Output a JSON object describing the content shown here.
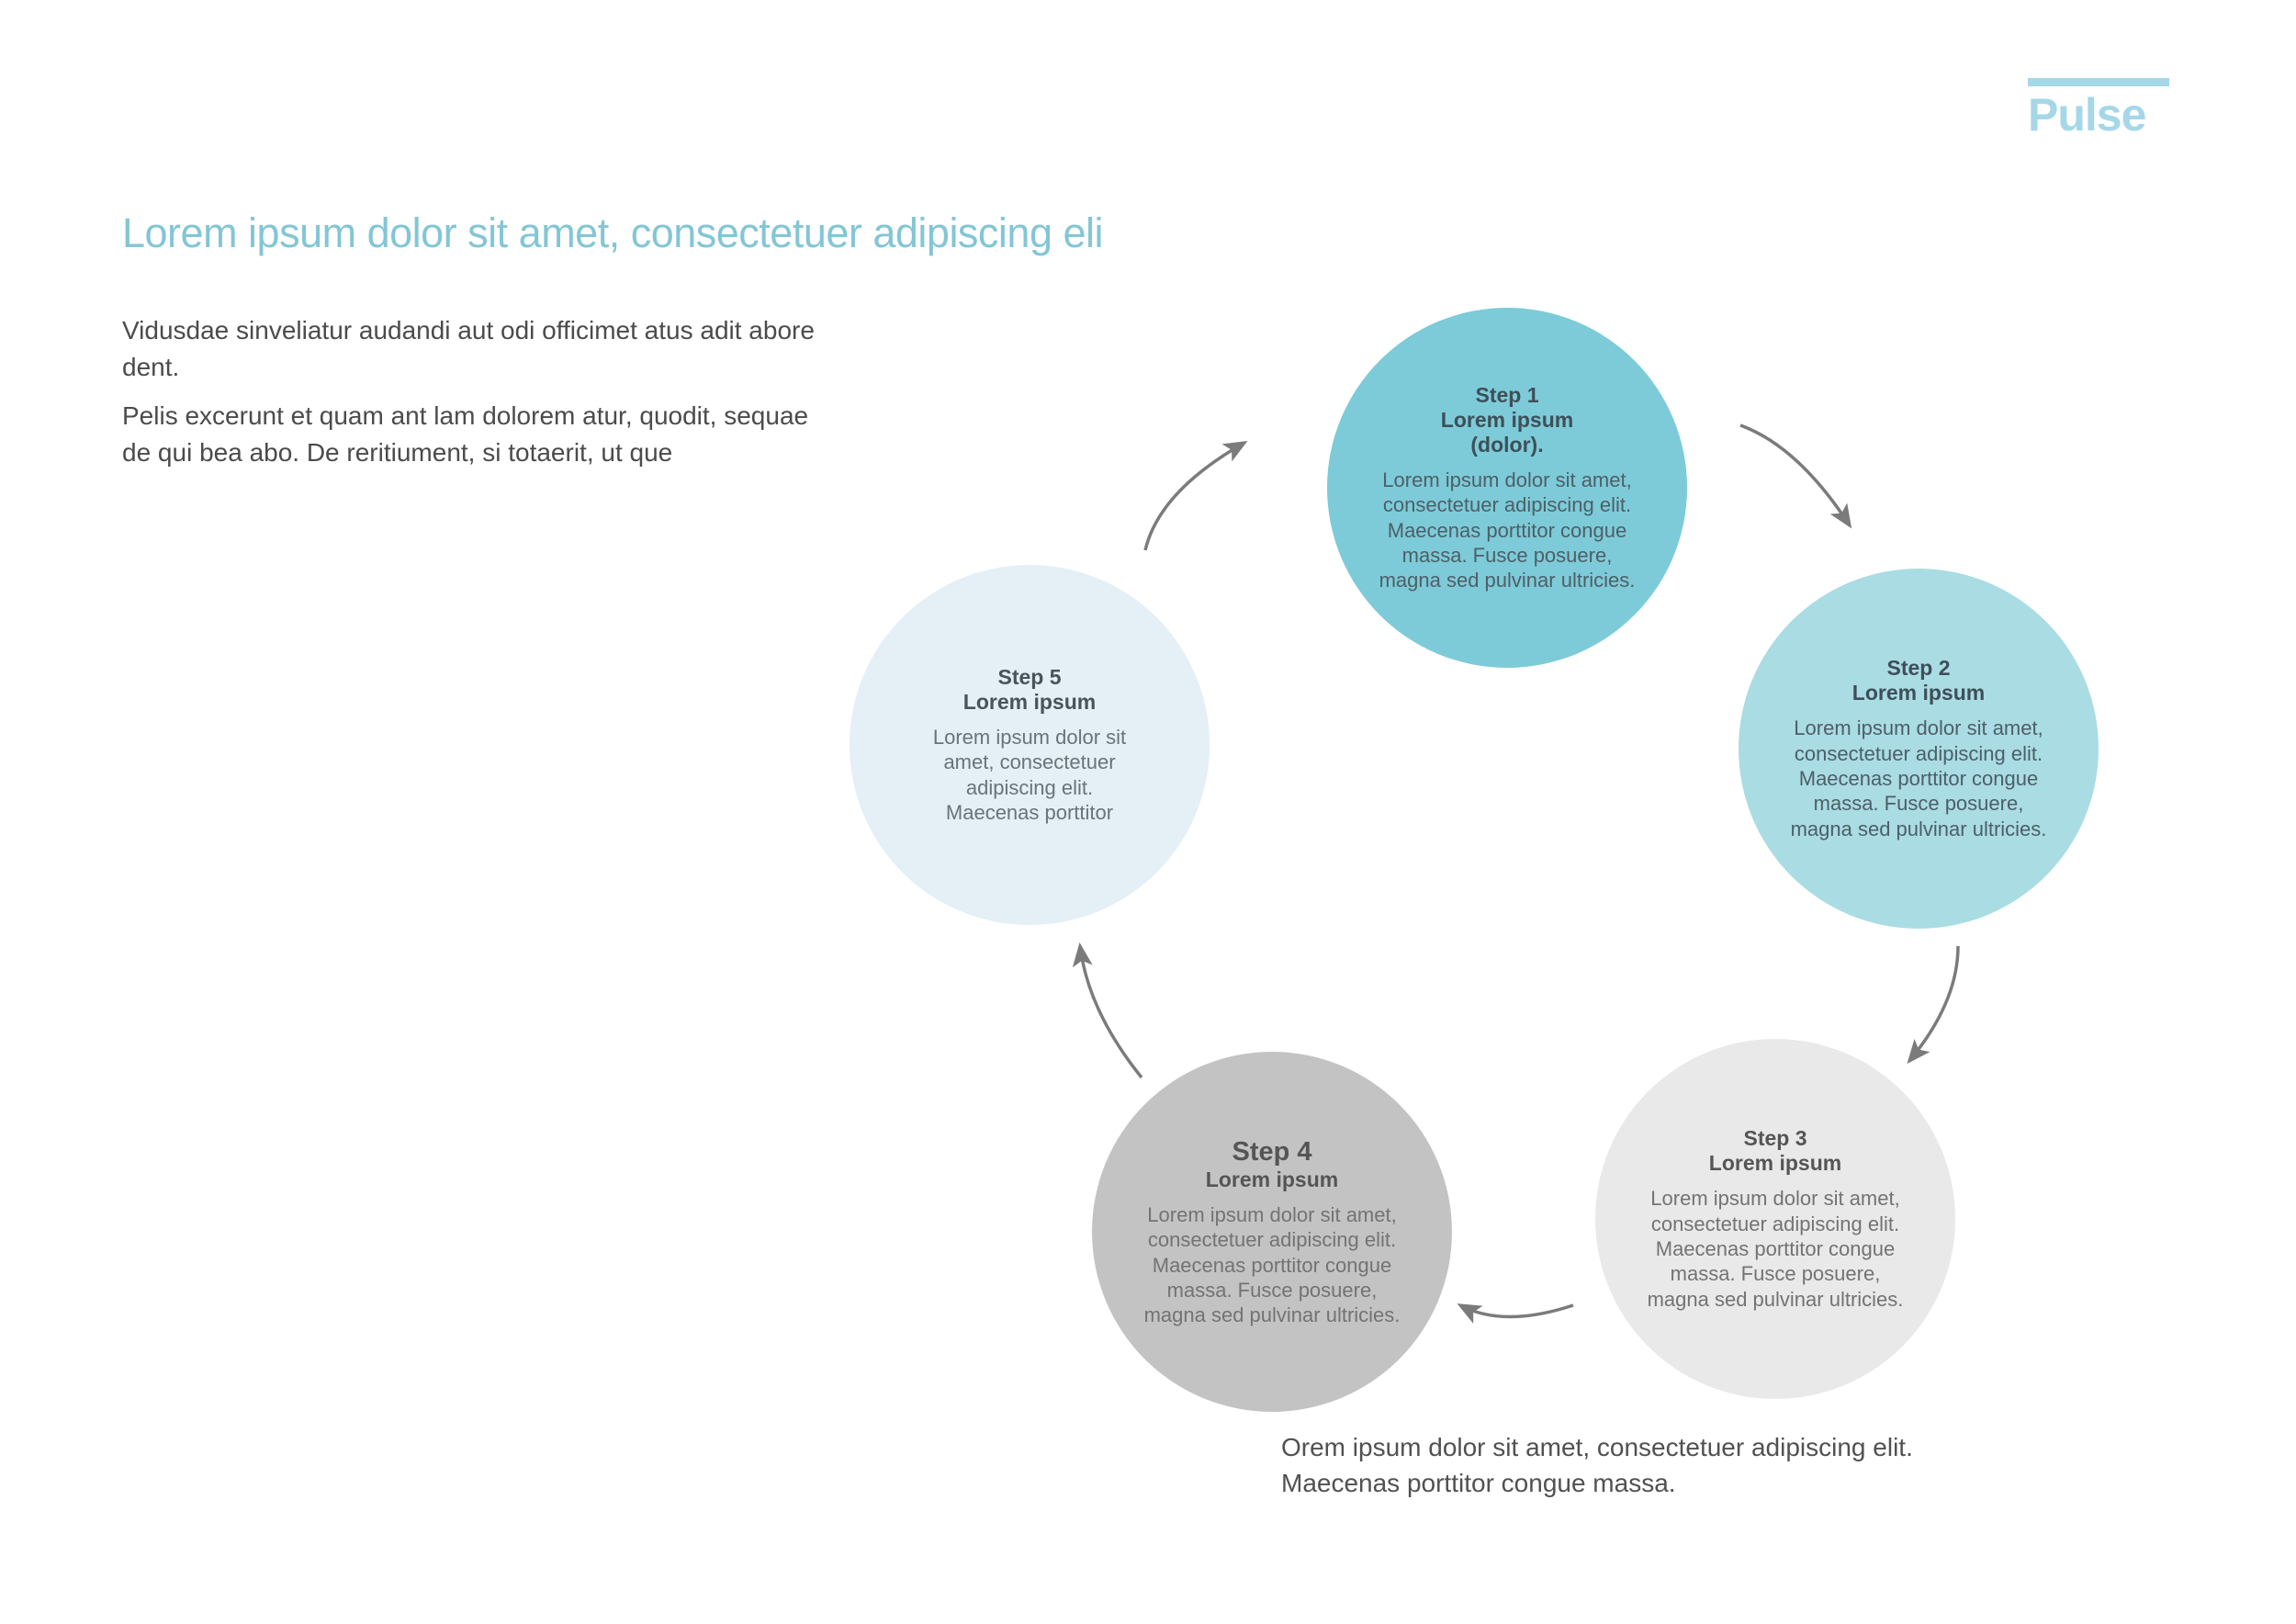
{
  "brand": {
    "name": "Pulse",
    "color": "#a5d7e9"
  },
  "header": {
    "title": "Lorem ipsum dolor sit amet, consectetuer adipiscing eli",
    "title_color": "#83c6d5"
  },
  "intro": {
    "paragraph1": "Vidusdae sinveliatur audandi aut odi officimet atus adit abore dent.",
    "paragraph2": "Pelis excerunt et quam ant lam dolorem atur, quodit, sequae de qui bea abo. De reritiument, si totaerit, ut que"
  },
  "caption": "Orem ipsum dolor sit amet, consectetuer adipiscing elit.\nMaecenas porttitor congue massa.",
  "cycle": {
    "arrow_color": "#7b7b7b",
    "steps": [
      {
        "step_label": "Step 1",
        "title": "Lorem ipsum",
        "subtitle": "(dolor).",
        "body": "Lorem ipsum dolor sit amet,\nconsectetuer adipiscing elit.\nMaecenas porttitor congue\nmassa. Fusce posuere,\nmagna sed pulvinar ultricies.",
        "circle_color": "#7dcbd8"
      },
      {
        "step_label": "Step 2",
        "title": "Lorem ipsum",
        "subtitle": "",
        "body": "Lorem ipsum dolor sit amet,\nconsectetuer adipiscing elit.\nMaecenas porttitor congue\nmassa. Fusce posuere,\nmagna sed pulvinar ultricies.",
        "circle_color": "#aadce3"
      },
      {
        "step_label": "Step 3",
        "title": "Lorem ipsum",
        "subtitle": "",
        "body": "Lorem ipsum dolor sit amet,\nconsectetuer adipiscing elit.\nMaecenas porttitor congue\nmassa. Fusce posuere,\nmagna sed pulvinar ultricies.",
        "circle_color": "#e9e9e9"
      },
      {
        "step_label": "Step 4",
        "title": "Lorem ipsum",
        "subtitle": "",
        "body": "Lorem ipsum dolor sit amet,\nconsectetuer adipiscing elit.\nMaecenas porttitor congue\nmassa. Fusce posuere,\nmagna sed pulvinar ultricies.",
        "circle_color": "#c3c3c3"
      },
      {
        "step_label": "Step 5",
        "title": "Lorem ipsum",
        "subtitle": "",
        "body": "Lorem ipsum dolor sit\namet, consectetuer\nadipiscing elit.\nMaecenas porttitor",
        "circle_color": "#e4eff6"
      }
    ],
    "arrows": [
      {
        "from": "step-5",
        "to": "step-1"
      },
      {
        "from": "step-1",
        "to": "step-2"
      },
      {
        "from": "step-2",
        "to": "step-3"
      },
      {
        "from": "step-3",
        "to": "step-4"
      },
      {
        "from": "step-4",
        "to": "step-5"
      }
    ]
  }
}
